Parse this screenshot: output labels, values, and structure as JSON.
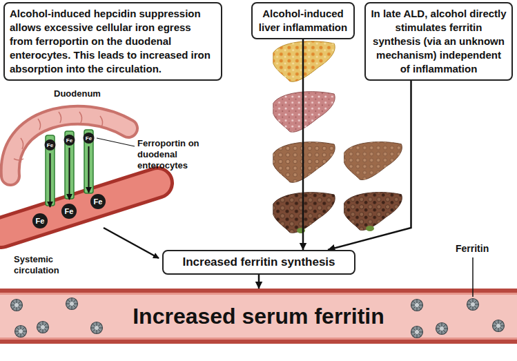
{
  "diagram": {
    "nodes": [
      {
        "text": [
          "Alcohol-induced hepcidin suppression allows excessive cellular iron egress from ferroportin on the duodenal enterocytes. This leads to increased iron absorption into the circulation."
        ]
      },
      {
        "text": [
          "Alcohol-induced liver inflammation"
        ]
      },
      {
        "text": [
          "In late ALD, alcohol directly stimulates ferritin synthesis (via an unknown mechanism) independent of inflammation"
        ]
      },
      {
        "text": [
          "Increased ferritin synthesis"
        ]
      },
      {
        "text": [
          "Increased serum ferritin"
        ]
      }
    ],
    "edges": [
      {
        "from": 1,
        "to": 3,
        "arrow": "to"
      },
      {
        "from": 2,
        "to": 3,
        "arrow": "to"
      },
      {
        "from": 3,
        "to": 4,
        "arrow": "to"
      }
    ],
    "labels": [
      "Duodenum",
      "Fe",
      "Fe",
      "Fe",
      "Ferroportin on duodenal enterocytes",
      "Fe",
      "Fe",
      "Fe",
      "Systemic circulation",
      "Ferritin"
    ]
  }
}
